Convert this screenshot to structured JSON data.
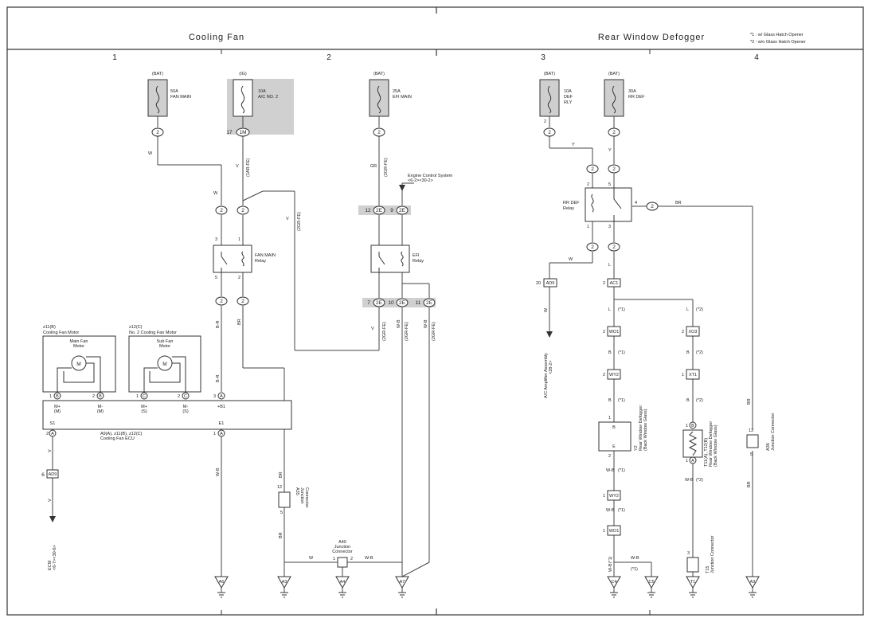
{
  "titles": {
    "cooling_fan": "Cooling Fan",
    "rear_defogger": "Rear Window Defogger"
  },
  "notes": {
    "n1": "*1 : w/ Glass Hatch Opener",
    "n2": "*2 : w/o Glass Hatch Opener"
  },
  "columns": [
    "1",
    "2",
    "3",
    "4"
  ],
  "fuses": {
    "fan_main": {
      "source": "(BAT)",
      "rating": "50A",
      "name": "FAN MAIN"
    },
    "ac_no2": {
      "source": "(IG)",
      "rating": "10A",
      "name": "A/C NO. 2"
    },
    "efi_main": {
      "source": "(BAT)",
      "rating": "25A",
      "name": "EFI MAIN"
    },
    "def_rly": {
      "source": "(BAT)",
      "rating": "10A",
      "name_l1": "DEF",
      "name_l2": "RLY"
    },
    "rr_def": {
      "source": "(BAT)",
      "rating": "30A",
      "name": "RR DEF"
    }
  },
  "relays": {
    "fan_main": {
      "l1": "FAN MAIN",
      "l2": "Relay"
    },
    "efi": {
      "l1": "EFI",
      "l2": "Relay"
    },
    "rr_def": {
      "l1": "RR DEF",
      "l2": "Relay"
    }
  },
  "components": {
    "main_motor_label": "z11(B)",
    "main_motor_name": "Cooling Fan Motor",
    "main_motor_inner_l1": "Main Fan",
    "main_motor_inner_l2": "Motor",
    "sub_motor_label": "z12(C)",
    "sub_motor_name": "No. 2 Cooling Fan Motor",
    "sub_motor_inner_l1": "Sub Fan",
    "sub_motor_inner_l2": "Motor",
    "motor_symbol": "M",
    "ecu_line1": "A9(A), z11(B), z12(C)",
    "ecu_line2": "Cooling Fan ECU",
    "engine_control": "Engine Control System",
    "engine_control_ref": "<6-2><30-2>",
    "ecm": "ECM",
    "ecm_ref": "<6-7><30-6>",
    "ac_amp": "A/C Amplifier Assembly",
    "ac_amp_ref": "<28-2>",
    "a35_l1": "A35",
    "a35_l2": "Junction",
    "a35_l3": "Connector",
    "a40_l1": "A40",
    "a40_l2": "Junction",
    "a40_l3": "Connector",
    "defogger_l1": "Y2",
    "defogger_l2": "Rear Window Defogger",
    "defogger_l3": "(Back Window Glass)",
    "defogger2_l1": "T11(A), T12(B)",
    "defogger2_l2": "Rear Window Defogger",
    "defogger2_l3": "(Back Window Glass)",
    "t15_l1": "T15",
    "t15_l2": "Junction Connector",
    "a36_l1": "A36",
    "a36_l2": "Junction Connector"
  },
  "ecu_pins": {
    "mp_m": "M+",
    "mp_m2": "(M)",
    "mm_m": "M-",
    "mm_m2": "(M)",
    "mp_s": "M+",
    "mp_s2": "(S)",
    "mm_s": "M-",
    "mm_s2": "(S)",
    "b1": "+B1",
    "s1": "S1",
    "e1": "E1"
  },
  "wire_colors": {
    "w": "W",
    "v": "V",
    "gr": "GR",
    "br": "BR",
    "br_r": "B-R",
    "w_b": "W-B",
    "y": "Y",
    "l": "L",
    "b": "B",
    "wb1": "W-B(*1)"
  },
  "notes_tags": {
    "v1ar": "(1AR-FE)",
    "v2gr": "(2GR-FE)",
    "s1": "(*1)",
    "s2": "(*2)"
  },
  "connectors": {
    "c2": "2",
    "c1m": "1M",
    "c2e": "2E",
    "ad9": "AD9",
    "ac1": "AC1",
    "wo1": "WO1",
    "wy2": "WY2",
    "xo3": "XO3",
    "xt1": "XT1",
    "a": "A",
    "b": "B",
    "c": "C"
  },
  "pins": {
    "p1": "1",
    "p2": "2",
    "p3": "3",
    "p4": "4",
    "p5": "5",
    "p6": "6",
    "p7": "7",
    "p9": "9",
    "p10": "10",
    "p11": "11",
    "p12": "12",
    "p13": "13",
    "p17": "17",
    "p20": "20",
    "pB": "B",
    "pE": "E"
  },
  "grounds": {
    "a6": "A6",
    "a3": "A3",
    "a4": "A4",
    "a7": "A7",
    "c4": "C4",
    "c5": "C5",
    "t1": "T1"
  },
  "colors": {
    "ig_shade": "#d0d0d0",
    "fuse_fill": "#cfcfcf",
    "line": "#444444",
    "frame": "#333333"
  }
}
